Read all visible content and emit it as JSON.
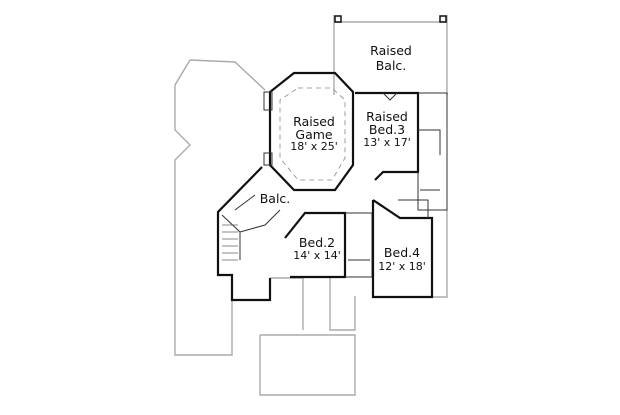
{
  "rooms": {
    "raised_balc": {
      "line1": "Raised",
      "line2": "Balc."
    },
    "raised_game": {
      "line1": "Raised",
      "line2": "Game",
      "size": "18' x 25'"
    },
    "raised_bed3": {
      "line1": "Raised",
      "line2": "Bed.3",
      "size": "13' x 17'"
    },
    "balc": {
      "line1": "Balc."
    },
    "bed2": {
      "line1": "Bed.2",
      "size": "14' x 14'"
    },
    "bed4": {
      "line1": "Bed.4",
      "size": "12' x 18'"
    }
  }
}
